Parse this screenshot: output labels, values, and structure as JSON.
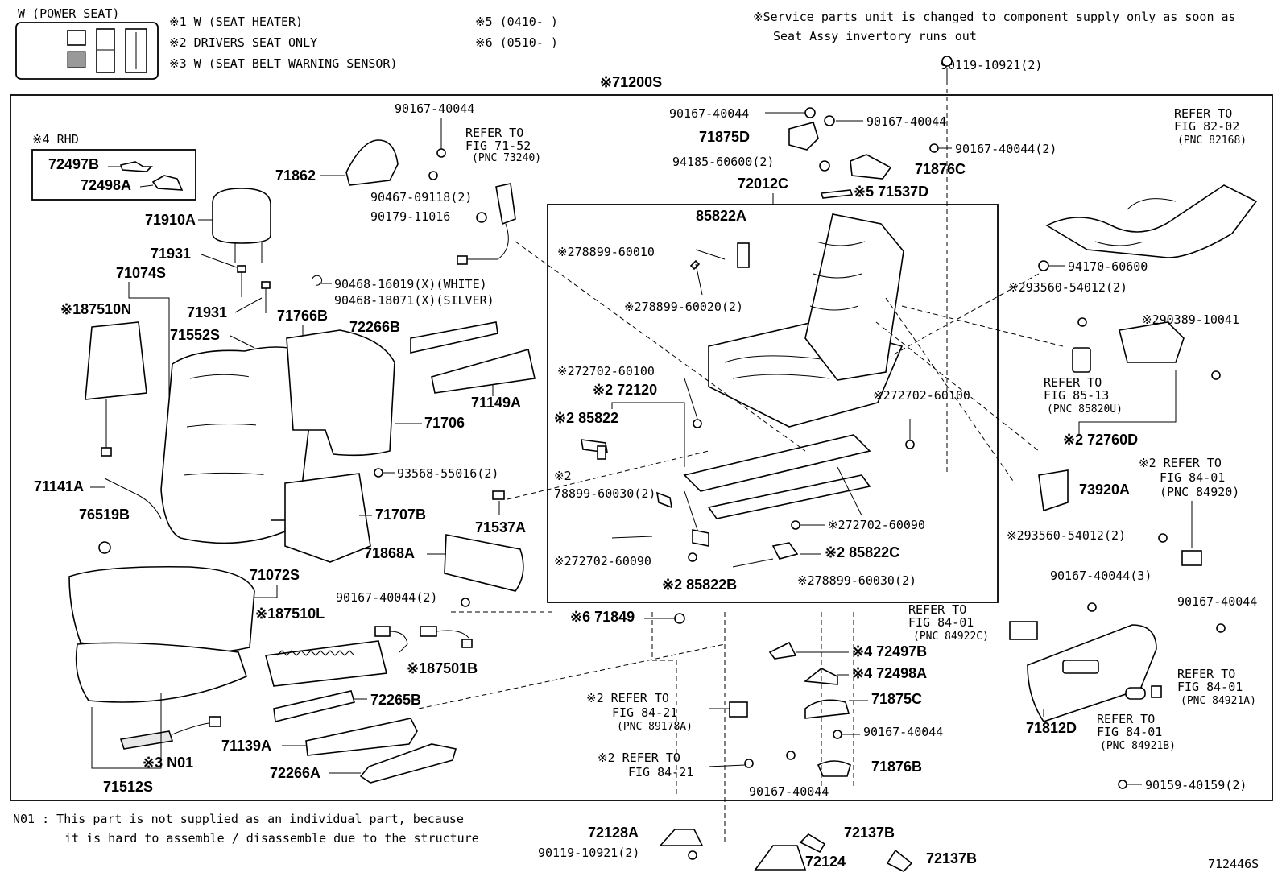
{
  "legend": {
    "title": "W (POWER SEAT)",
    "notes": [
      "※1 W (SEAT HEATER)",
      "※2 DRIVERS SEAT ONLY",
      "※3 W (SEAT BELT WARNING SENSOR)"
    ],
    "dates": [
      "※5 (0410-     )",
      "※6 (0510-     )"
    ],
    "service_note": [
      "※Service parts unit is changed to component supply only as soon as",
      "Seat Assy invertory runs out"
    ]
  },
  "assembly_label": "※71200S",
  "rhd": {
    "title": "※4 RHD",
    "parts": [
      "72497B",
      "72498A"
    ]
  },
  "labels": {
    "p90119_top": "90119-10921(2)",
    "p90167_a": "90167-40044",
    "p90167_b": "90167-40044",
    "p90167_c": "90167-40044",
    "p90167_d": "90167-40044(2)",
    "p71875D": "71875D",
    "p94185": "94185-60600(2)",
    "p71876C": "71876C",
    "p72012C": "72012C",
    "p71537D": "※5 71537D",
    "p85822A": "85822A",
    "p278899_10": "※278899-60010",
    "p278899_20": "※278899-60020(2)",
    "p272702_100a": "※272702-60100",
    "p272702_100b": "※272702-60100",
    "p72120": "※2 72120",
    "p85822": "※2 85822",
    "p78899_30": "※2",
    "p78899_30b": "78899-60030(2)",
    "p272702_90a": "※272702-60090",
    "p272702_90b": "※272702-60090",
    "p85822C": "※2 85822C",
    "p85822B": "※2 85822B",
    "p278899_30": "※278899-60030(2)",
    "p71862": "71862",
    "p90467": "90467-09118(2)",
    "p90179": "90179-11016",
    "p71910A": "71910A",
    "p71931a": "71931",
    "p71931b": "71931",
    "p90468a": "90468-16019(X)(WHITE)",
    "p90468b": "90468-18071(X)(SILVER)",
    "p71074S": "71074S",
    "p187510N": "※187510N",
    "p71766B": "71766B",
    "p71552S": "71552S",
    "p72266B": "72266B",
    "p71149A": "71149A",
    "p71706": "71706",
    "p93568": "93568-55016(2)",
    "p71141A": "71141A",
    "p76519B": "76519B",
    "p71707B": "71707B",
    "p71537A": "71537A",
    "p71868A": "71868A",
    "p71072S": "71072S",
    "p90167_2": "90167-40044(2)",
    "p187510L": "※187510L",
    "p187501B": "※187501B",
    "p72265B": "72265B",
    "p71139A": "71139A",
    "pN01": "※3 N01",
    "p72266A": "72266A",
    "p71512S": "71512S",
    "p71849": "※6 71849",
    "ref84_21a": [
      "※2 REFER TO",
      "FIG 84-21",
      "(PNC 89178A)"
    ],
    "ref84_21b": [
      "※2 REFER TO",
      "FIG 84-21"
    ],
    "p72497B_b": "※4 72497B",
    "p72498A_b": "※4 72498A",
    "p71875C": "71875C",
    "p90167_e": "90167-40044",
    "p90167_f": "90167-40044",
    "p71876B": "71876B",
    "ref82_02": [
      "REFER TO",
      "FIG 82-02",
      "(PNC 82168)"
    ],
    "p94170": "94170-60600",
    "p293560a": "※293560-54012(2)",
    "p290389": "※290389-10041",
    "ref85_13": [
      "REFER TO",
      "FIG 85-13",
      "(PNC 85820U)"
    ],
    "p72760D": "※2 72760D",
    "p73920A": "73920A",
    "ref84_01a": [
      "※2 REFER TO",
      "FIG 84-01",
      "(PNC 84920)"
    ],
    "p293560b": "※293560-54012(2)",
    "p90167_3": "90167-40044(3)",
    "p90167_g": "90167-40044",
    "ref84_01b": [
      "REFER TO",
      "FIG 84-01",
      "(PNC 84922C)"
    ],
    "ref84_01c": [
      "REFER TO",
      "FIG 84-01",
      "(PNC 84921A)"
    ],
    "ref84_01d": [
      "REFER TO",
      "FIG 84-01",
      "(PNC 84921B)"
    ],
    "p71812D": "71812D",
    "p90159": "90159-40159(2)",
    "ref71_52": [
      "REFER TO",
      "FIG 71-52",
      "(PNC 73240)"
    ],
    "p72128A": "72128A",
    "p90119_bot": "90119-10921(2)",
    "p72124": "72124",
    "p72137Ba": "72137B",
    "p72137Bb": "72137B"
  },
  "footnote": [
    "N01 : This part is not supplied as an individual part, because",
    "it is hard to assemble / disassemble due to the structure"
  ],
  "figure_id": "712446S"
}
